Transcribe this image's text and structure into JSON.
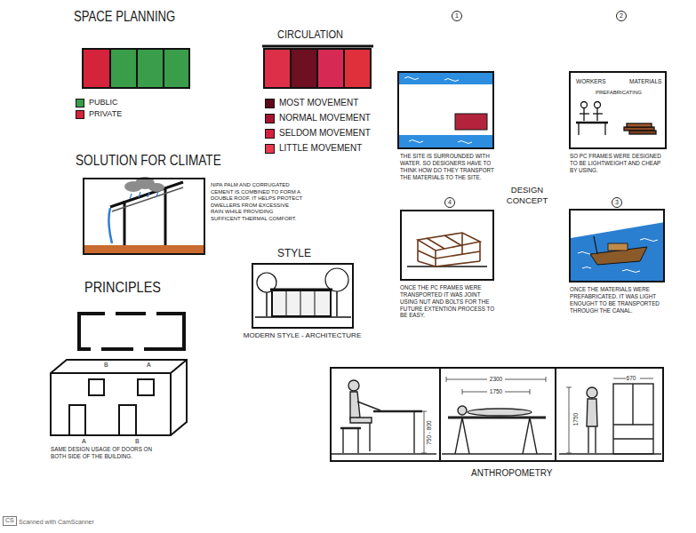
{
  "diagram": {
    "nodes": [
      {
        "text": [
          "1",
          "THE SITE IS SURROUNDED WITH WATER. SO DESIGNERS HAVE TO THINK HOW DO THEY TRANSPORT THE MATERIALS TO THE SITE."
        ]
      },
      {
        "text": [
          "2",
          "WORKERS",
          "MATERIALS",
          "PREFABRICATING",
          "SO PC FRAMES WERE DESIGNED TO BE LIGHTWEIGHT AND CHEAP BY USING."
        ]
      },
      {
        "text": [
          "NIPA PALM AND CORRUGATED CEMENT IS COMBINED TO FORM A DOUBLE ROOF, IT HELPS PROTECT DWELLERS FROM EXCESSIVE RAIN WHILE PROVIDING SUFFICENT THERMAL COMFORT."
        ]
      },
      {
        "text": [
          "4",
          "ONCE THE PC FRAMES WERE TRANSPORTED IT WAS JOINT USING NUT AND BOLTS FOR THE FUTURE EXTENTION PROCESS TO BE EASY."
        ]
      },
      {
        "text": [
          "3",
          "ONCE THE MATERIALS WERE PREFABRICATED. IT WAS LIGHT ENOUGHT TO BE TRANSPORTED THROUGH THE CANAL."
        ]
      },
      {
        "text": [
          "STYLE",
          "MODERN STYLE - ARCHITECTURE"
        ]
      },
      {
        "text": [
          "B",
          "A",
          "A",
          "B",
          "SAME DESIGN USAGE OF DOORS ON BOTH SIDE OF THE BUILDING."
        ]
      },
      {
        "text": [
          "ANTHROPOMETRY"
        ]
      },
      {
        "text": [
          "750 - 800"
        ],
        "in": 7
      },
      {
        "text": [
          "2300",
          "1750"
        ],
        "in": 7
      },
      {
        "text": [
          "670",
          "1750"
        ],
        "in": 7
      }
    ],
    "labels": [
      "SPACE PLANNING",
      "CIRCULATION",
      "SOLUTION FOR CLIMATE",
      "PRINCIPLES",
      "DESIGN CONCEPT",
      "CS",
      "Scanned with CamScanner"
    ],
    "legend": [
      {
        "text": "PUBLIC",
        "color": "#3a9d4a"
      },
      {
        "text": "PRIVATE",
        "color": "#d4233a"
      },
      {
        "text": "MOST MOVEMENT",
        "color": "#5c0a1c"
      },
      {
        "text": "NORMAL MOVEMENT",
        "color": "#a3162f"
      },
      {
        "text": "SELDOM MOVEMENT",
        "color": "#d42040"
      },
      {
        "text": "LITTLE MOVEMENT",
        "color": "#e8384e"
      }
    ]
  }
}
